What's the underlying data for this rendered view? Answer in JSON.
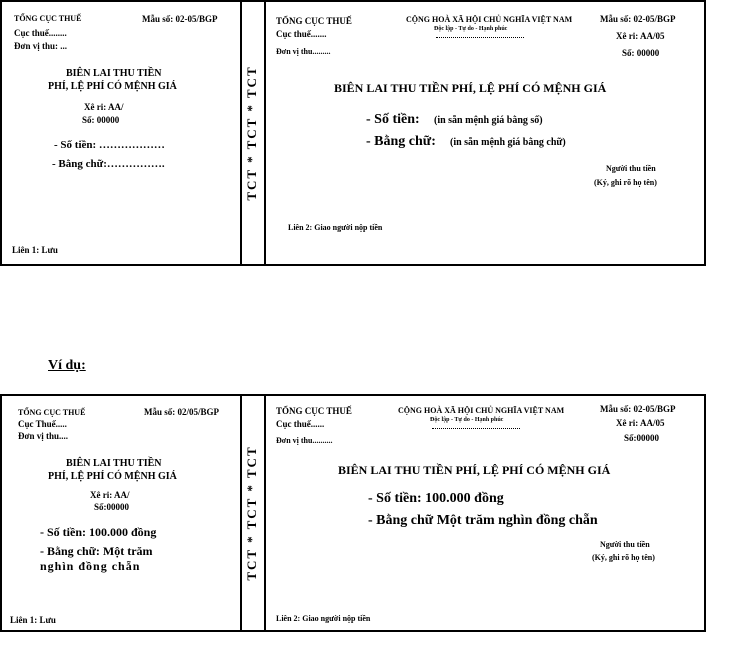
{
  "receipt1": {
    "stub": {
      "agency": "TỔNG CỤC THUẾ",
      "form_no": "Mẫu số:  02-05/BGP",
      "dept": "Cục thuế........",
      "unit": "Đơn vị  thu: ...",
      "title_line1": "BIÊN LAI THU TIỀN",
      "title_line2": "PHÍ, LỆ PHÍ CÓ MỆNH  GIÁ",
      "series": "Xê ri: AA/",
      "number": "Số: 00000",
      "amount": "- Số tiền: ………………",
      "in_words": "- Bằng chữ:…………….",
      "copy": "Liên 1: Lưu"
    },
    "band_text": "TCT * TCT * TCT",
    "main": {
      "agency": "TỔNG CỤC THUẾ",
      "dept": "Cục thuế.......",
      "unit": "Đơn vị thu.........",
      "nation": "CỘNG HOÀ XÃ HỘI CHỦ NGHĨA VIỆT NAM",
      "motto": "Độc lập - Tự do - Hạnh phúc",
      "form_no": "Mẫu số:  02-05/BGP",
      "series": "Xê ri: AA/05",
      "number": "Số: 00000",
      "title": "BIÊN LAI THU TIỀN PHÍ, LỆ PHÍ CÓ MỆNH GIÁ",
      "amount_label": "- Số tiền:",
      "amount_value": "(in sẵn mệnh giá bằng số)",
      "words_label": "- Bằng chữ:",
      "words_value": "(in sẵn mệnh giá bằng chữ)",
      "collector": "Người thu tiền",
      "sign": "(Ký, ghi rõ họ tên)",
      "copy": "Liên 2: Giao người nộp tiền"
    }
  },
  "example_label": "Ví dụ:",
  "receipt2": {
    "stub": {
      "agency": "TỔNG CỤC THUẾ",
      "form_no": "Mẫu số:  02/05/BGP",
      "dept": "Cục Thuế.....",
      "unit": "Đơn  vị  thu....",
      "title_line1": "BIÊN LAI THU TIỀN",
      "title_line2": "PHÍ, LỆ PHÍ  CÓ MỆNH GIÁ",
      "series": "Xê ri: AA/",
      "number": "Số:00000",
      "amount": "- Số tiền: 100.000 đồng",
      "in_words_1": "- Bằng chữ: Một trăm",
      "in_words_2": "nghìn đồng  chẵn",
      "copy": "Liên 1: Lưu"
    },
    "band_text": "TCT * TCT * TCT",
    "main": {
      "agency": "TỔNG CỤC THUẾ",
      "dept": "Cục thuế......",
      "unit": "Đơn vị thu..........",
      "nation": "CỘNG HOÀ XÃ HỘI CHỦ NGHĨA VIỆT NAM",
      "motto": "Độc lập - Tự do - Hạnh phúc",
      "form_no": "Mẫu số:  02-05/BGP",
      "series": "Xê ri: AA/05",
      "number": "Số:00000",
      "title": "BIÊN LAI THU TIỀN PHÍ, LỆ PHÍ CÓ MỆNH GIÁ",
      "amount": "- Số tiền: 100.000 đồng",
      "in_words": "- Bằng chữ  Một trăm  nghìn đồng chẵn",
      "collector": "Người thu tiền",
      "sign": "(Ký, ghi rõ họ tên)",
      "copy": "Liên 2: Giao người nộp tiền"
    }
  }
}
